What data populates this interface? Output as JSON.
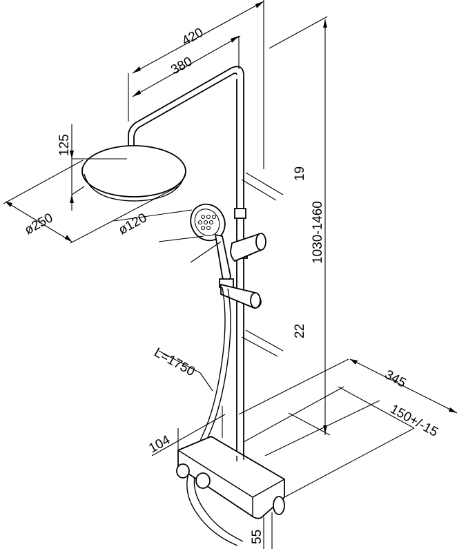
{
  "dimensions": {
    "d420": "420",
    "d380": "380",
    "d125": "125",
    "d19": "19",
    "d250": "ø250",
    "d120": "ø120",
    "d1030": "1030-1460",
    "d22": "22",
    "hose": "L=1750",
    "d345": "345",
    "d150": "150+/-15",
    "d104": "104",
    "d55": "55"
  },
  "colors": {
    "line": "#000000",
    "background": "#ffffff"
  }
}
